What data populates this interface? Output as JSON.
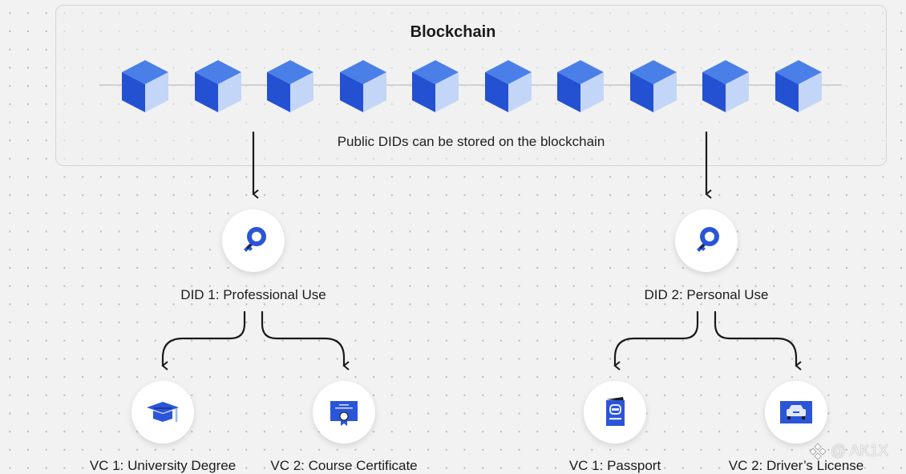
{
  "blockchain": {
    "title": "Blockchain",
    "block_count": 10,
    "caption": "Public DIDs can be stored on the blockchain"
  },
  "colors": {
    "cube_top": "#4a7fe8",
    "cube_left": "#2450d2",
    "cube_right": "#c3d6f7",
    "icon_blue": "#2b55d8",
    "connector": "#1a1a1a"
  },
  "dids": [
    {
      "label": "DID 1: Professional Use",
      "icon": "key-icon",
      "credentials": [
        {
          "label": "VC 1: University Degree",
          "icon": "graduation-cap-icon"
        },
        {
          "label": "VC 2: Course Certificate",
          "icon": "certificate-icon"
        }
      ]
    },
    {
      "label": "DID 2: Personal Use",
      "icon": "key-icon",
      "credentials": [
        {
          "label": "VC 1: Passport",
          "icon": "passport-icon"
        },
        {
          "label": "VC 2: Driver’s License",
          "icon": "car-license-icon"
        }
      ]
    }
  ],
  "watermark": {
    "icon": "binance-logo-icon",
    "text": "@ AK1X"
  }
}
